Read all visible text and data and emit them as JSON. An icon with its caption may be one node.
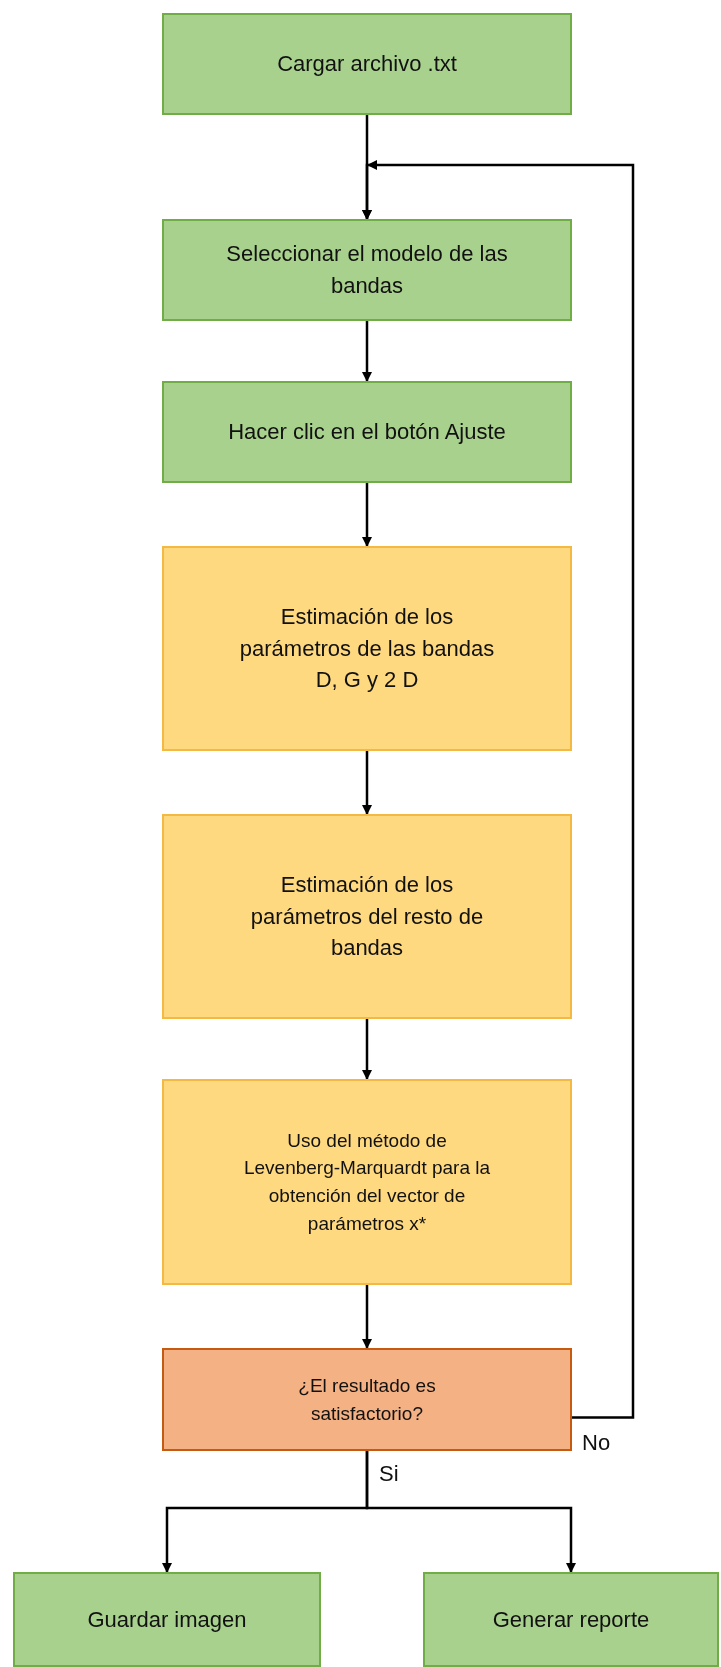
{
  "diagram": {
    "nodes": [
      {
        "text": [
          "Cargar archivo .txt"
        ]
      },
      {
        "text": [
          "Seleccionar el modelo de las bandas"
        ]
      },
      {
        "text": [
          "Hacer clic en el botón Ajuste"
        ]
      },
      {
        "text": [
          "Estimación de los parámetros de las bandas D, G y 2 D"
        ]
      },
      {
        "text": [
          "Estimación de los parámetros del resto de bandas"
        ]
      },
      {
        "text": [
          "Uso del método de Levenberg-Marquardt para la obtención del vector de parámetros x*"
        ]
      },
      {
        "text": [
          "¿El resultado es satisfactorio?"
        ]
      },
      {
        "text": [
          "Guardar imagen"
        ]
      },
      {
        "text": [
          "Generar reporte"
        ]
      }
    ],
    "edges": [
      {
        "from": 0,
        "to": 1,
        "arrow": "to"
      },
      {
        "from": 1,
        "to": 2,
        "arrow": "to"
      },
      {
        "from": 2,
        "to": 3,
        "arrow": "to"
      },
      {
        "from": 3,
        "to": 4,
        "arrow": "to"
      },
      {
        "from": 4,
        "to": 5,
        "arrow": "to"
      },
      {
        "from": 5,
        "to": 6,
        "arrow": "to"
      },
      {
        "from": 6,
        "to": 1,
        "arrow": "to",
        "label": "No"
      },
      {
        "from": 6,
        "to": 7,
        "arrow": "to",
        "label": "Si"
      },
      {
        "from": 6,
        "to": 8,
        "arrow": "to"
      }
    ]
  }
}
